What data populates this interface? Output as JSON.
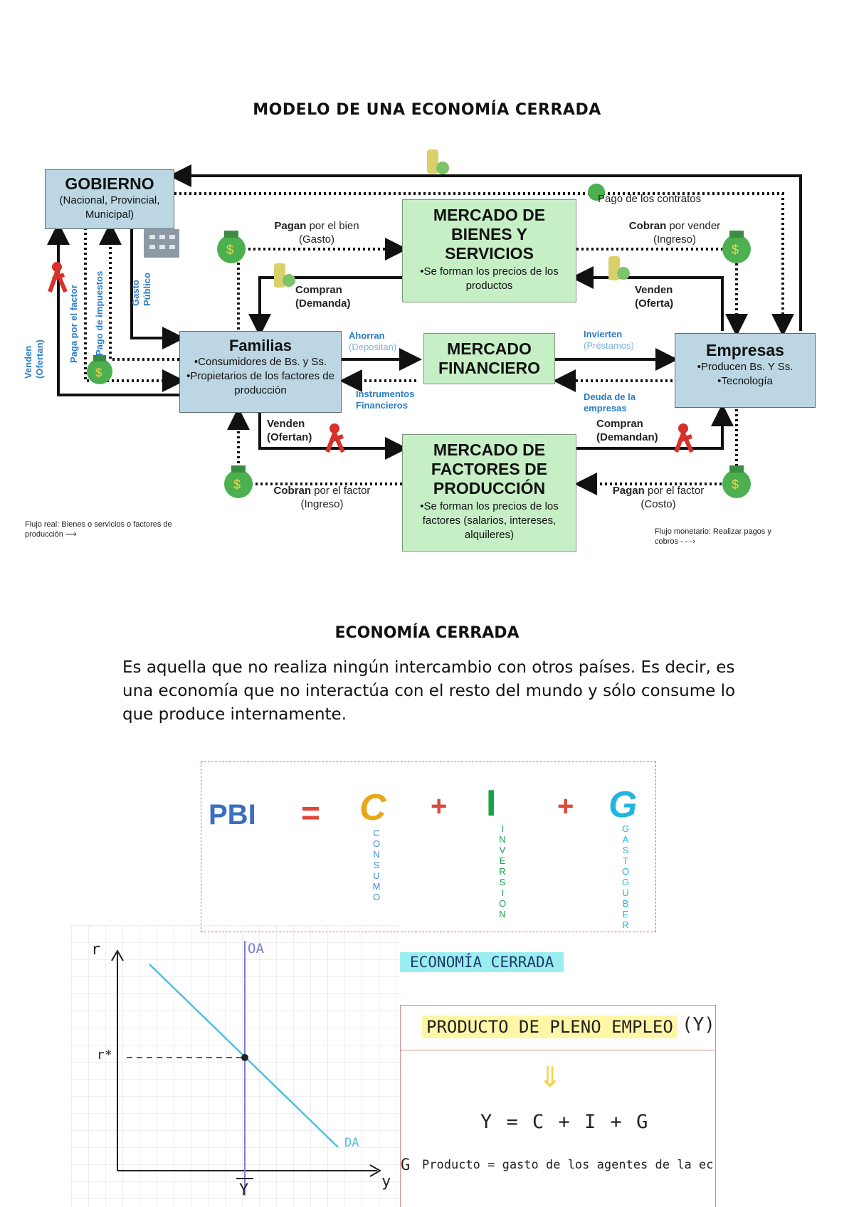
{
  "title": "MODELO DE UNA ECONOMÍA CERRADA",
  "diagram": {
    "gobierno": {
      "title": "GOBIERNO",
      "sub": "(Nacional, Provincial, Municipal)"
    },
    "bienes": {
      "title_l1": "MERCADO DE",
      "title_l2": "BIENES Y",
      "title_l3": "SERVICIOS",
      "sub": "•Se forman los precios de los productos"
    },
    "familias": {
      "title": "Familias",
      "sub1": "•Consumidores de Bs. y Ss.",
      "sub2": "•Propietarios de los factores de producción"
    },
    "financiero": {
      "title_l1": "MERCADO",
      "title_l2": "FINANCIERO"
    },
    "empresas": {
      "title": "Empresas",
      "sub1": "•Producen Bs. Y Ss.",
      "sub2": "•Tecnología"
    },
    "factores": {
      "title_l1": "MERCADO DE",
      "title_l2": "FACTORES DE",
      "title_l3": "PRODUCCIÓN",
      "sub": "•Se forman los precios de los factores (salarios, intereses, alquileres)"
    },
    "labels": {
      "pago_contratos": "Pago de los contratos",
      "pagan_bold": "Pagan",
      "pagan_rest": "por el bien",
      "gasto": "(Gasto)",
      "cobran_bold": "Cobran",
      "cobran_rest": "por vender",
      "ingreso": "(Ingreso)",
      "compran": "Compran",
      "demanda": "(Demanda)",
      "venden": "Venden",
      "oferta": "(Oferta)",
      "ahorran": "Ahorran",
      "depositan": "(Depositan)",
      "invierten": "Invierten",
      "prestamos": "(Préstamos)",
      "instrumentos_l1": "Instrumentos",
      "instrumentos_l2": "Financieros",
      "deuda_l1": "Deuda de la",
      "deuda_l2": "empresas",
      "venden2": "Venden",
      "ofertan": "(Ofertan)",
      "compran2": "Compran",
      "demandan": "(Demandan)",
      "cobran_factor_bold": "Cobran",
      "cobran_factor_rest": "por el factor",
      "ingreso2": "(Ingreso)",
      "pagan_factor_bold": "Pagan",
      "pagan_factor_rest": "por el factor",
      "costo": "(Costo)",
      "gasto_publico_l1": "Gasto",
      "gasto_publico_l2": "Público",
      "pago_impuestos": "Pago de impuestos",
      "paga_factor": "Paga por el factor",
      "venden_ofertan_l1": "Venden",
      "venden_ofertan_l2": "(Ofertan)"
    },
    "note_left_l1": "Flujo real: Bienes o servicios o factores de",
    "note_left_l2": "producción",
    "note_right_l1": "Flujo monetario: Realizar pagos y",
    "note_right_l2": "cobros"
  },
  "section2_title": "ECONOMÍA CERRADA",
  "paragraph": "Es aquella que no realiza ningún intercambio con otros países. Es decir, es una economía que no interactúa con el resto del mundo y sólo consume lo que produce internamente.",
  "formula": {
    "pbi": "PBI",
    "eq": "=",
    "c": "C",
    "plus": "+",
    "i": "I",
    "g": "G",
    "c_word": "CONSUMO",
    "i_word": "INVERSION",
    "g_word": "GASTO GUBERN"
  },
  "graph": {
    "y_axis": "r",
    "x_axis": "y",
    "oa": "OA",
    "da": "DA",
    "r_star": "r*",
    "y_bar": "Y"
  },
  "notes": {
    "header": "ECONOMÍA CERRADA",
    "box_title": "PRODUCTO DE PLENO EMPLEO",
    "box_symbol": "(Y)",
    "equation": "Y = C + I + G",
    "bottom_g": "G",
    "bottom": "Producto = gasto de los agentes de la economía"
  },
  "colors": {
    "blue_box": "#bcd7e3",
    "green_box": "#c6efc6",
    "pbi": "#3a6fc0",
    "consumo": "#e6a817",
    "inversion": "#17a34a",
    "gasto": "#1fb6e0",
    "plus": "#e0463a",
    "da_line": "#4dbfe0",
    "oa_line": "#7b7bd6",
    "highlight": "#9aeef0"
  }
}
